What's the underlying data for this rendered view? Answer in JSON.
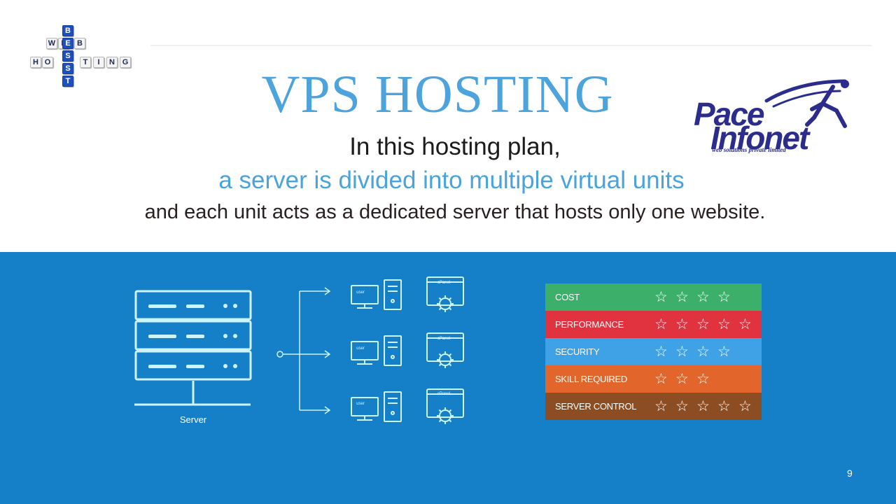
{
  "logo_left": {
    "horizontal": [
      "H",
      "O",
      "S",
      "T",
      "I",
      "N",
      "G"
    ],
    "vertical": [
      "B",
      "E",
      "S",
      "T"
    ],
    "web": [
      "W",
      "E",
      "B"
    ],
    "tile_color": "#f4f4f4",
    "accent_color": "#1e4fbf"
  },
  "slide": {
    "title": "VPS HOSTING",
    "line1": "In this hosting plan,",
    "line2": "a server is divided into multiple virtual units",
    "line3": "and each unit acts as a dedicated server that hosts only one website.",
    "page_number": "9"
  },
  "logo_right": {
    "word1": "Pace",
    "word2": "Infonet",
    "tagline": "web solutions private limited",
    "color": "#2b2c8c"
  },
  "diagram": {
    "server_label": "Server",
    "vm_label": "user",
    "panel_label": "cPanel",
    "line_color": "#cdf3fb"
  },
  "ratings": [
    {
      "label": "COST",
      "stars": 4,
      "color": "#3cb06a"
    },
    {
      "label": "PERFORMANCE",
      "stars": 5,
      "color": "#e0323f"
    },
    {
      "label": "SECURITY",
      "stars": 4,
      "color": "#3fa1e6"
    },
    {
      "label": "SKILL REQUIRED",
      "stars": 3,
      "color": "#e2662b"
    },
    {
      "label": "SERVER CONTROL",
      "stars": 5,
      "color": "#8c4d22"
    }
  ],
  "icons": {
    "star": "star-outline-icon",
    "server": "server-rack-icon",
    "monitor": "monitor-icon",
    "tower": "pc-tower-icon",
    "panel": "cpanel-gear-icon"
  }
}
